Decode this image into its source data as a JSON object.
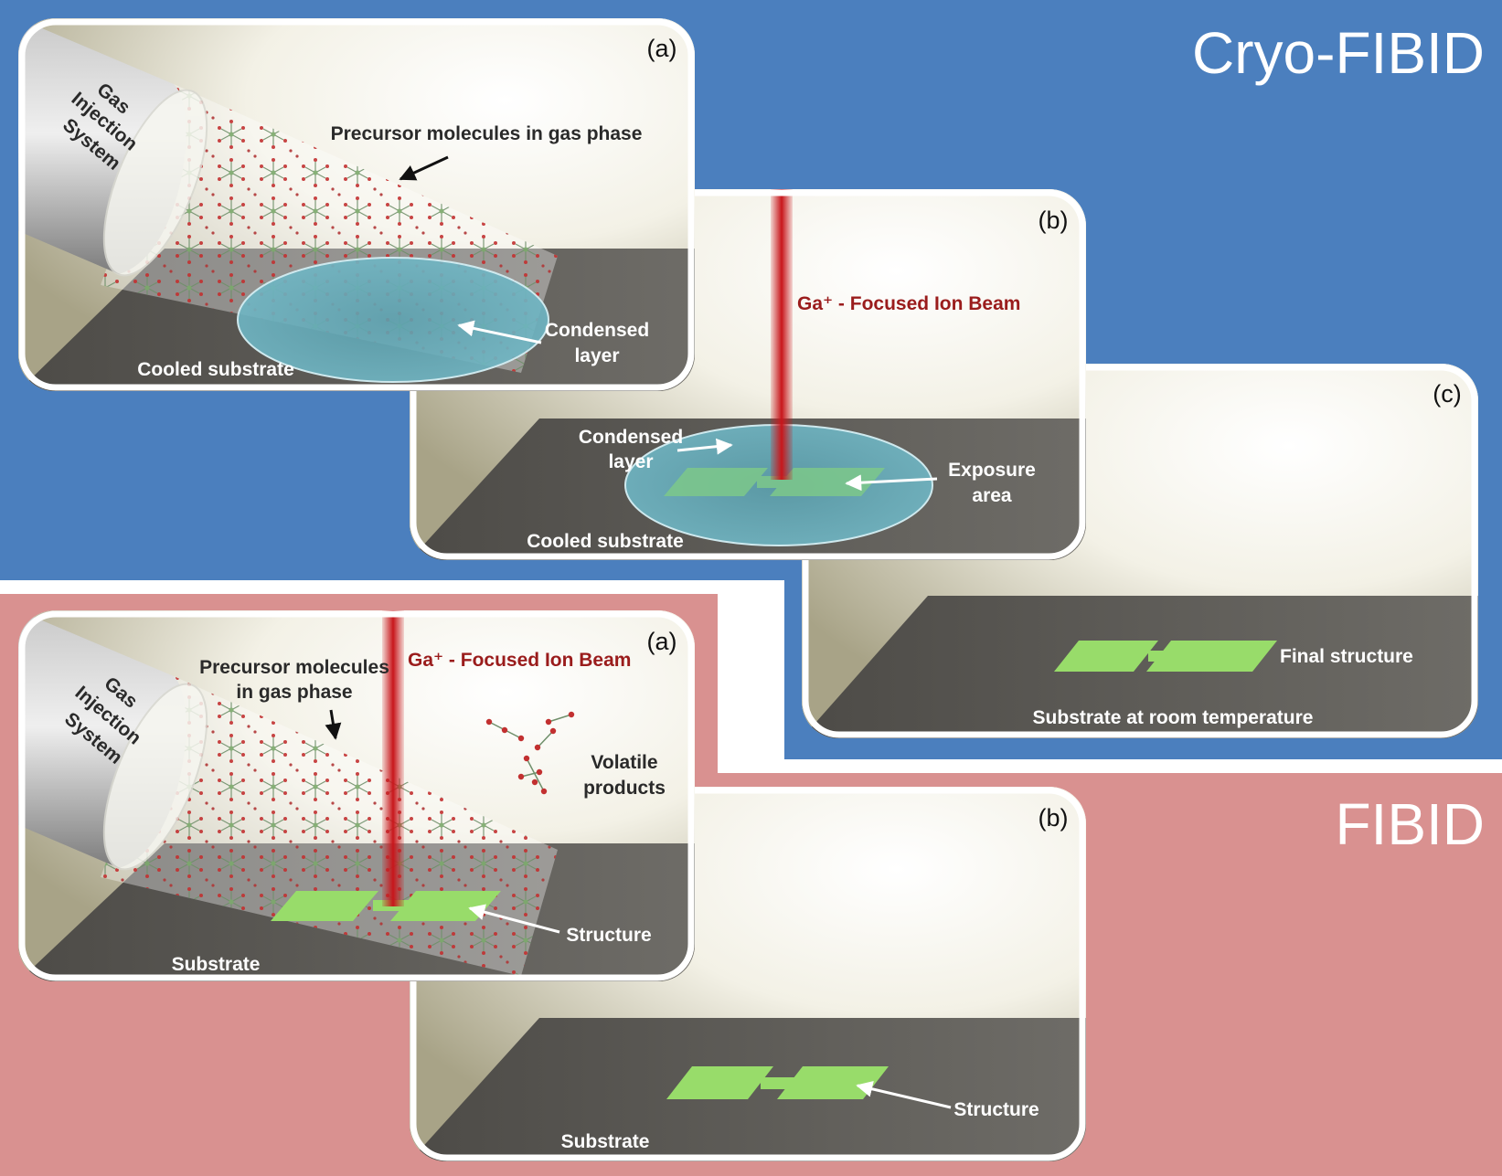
{
  "colors": {
    "cryo_bg": "#4b7fbe",
    "fibid_bg": "#d99190",
    "substrate": "#5e5c57",
    "condensed_layer": "#5a9fae",
    "structure": "#98dc6a",
    "ion_beam": "#c8161b"
  },
  "cryo": {
    "title": "Cryo-FIBID",
    "panel_a": {
      "tag": "(a)",
      "gis_label_1": "Gas",
      "gis_label_2": "Injection",
      "gis_label_3": "System",
      "precursor_label": "Precursor molecules in gas phase",
      "condensed_1": "Condensed",
      "condensed_2": "layer",
      "substrate": "Cooled substrate"
    },
    "panel_b": {
      "tag": "(b)",
      "beam_label": "Ga⁺ - Focused Ion Beam",
      "condensed_1": "Condensed",
      "condensed_2": "layer",
      "exposure_1": "Exposure",
      "exposure_2": "area",
      "substrate": "Cooled substrate"
    },
    "panel_c": {
      "tag": "(c)",
      "final_structure": "Final structure",
      "substrate": "Substrate at room temperature"
    }
  },
  "fibid": {
    "title": "FIBID",
    "panel_a": {
      "tag": "(a)",
      "gis_label_1": "Gas",
      "gis_label_2": "Injection",
      "gis_label_3": "System",
      "precursor_1": "Precursor molecules",
      "precursor_2": "in gas phase",
      "beam_label": "Ga⁺ - Focused Ion Beam",
      "volatile_1": "Volatile",
      "volatile_2": "products",
      "structure": "Structure",
      "substrate": "Substrate"
    },
    "panel_b": {
      "tag": "(b)",
      "structure": "Structure",
      "substrate": "Substrate"
    }
  }
}
